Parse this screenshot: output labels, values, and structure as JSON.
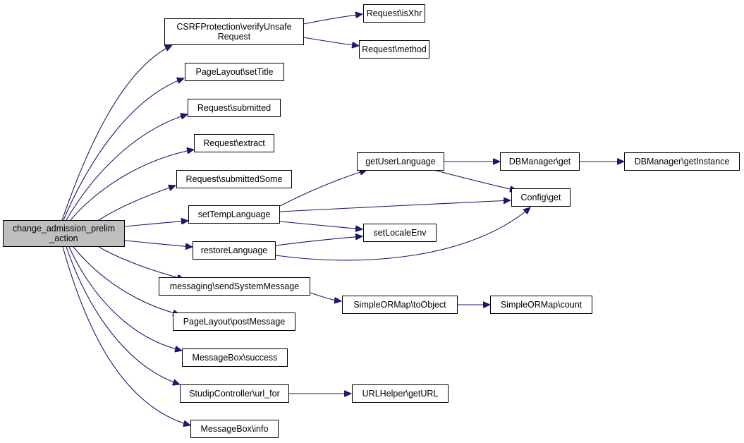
{
  "colors": {
    "edge": "#191970",
    "root_fill": "#bfbfbf",
    "node_fill": "#ffffff",
    "border": "#000000"
  },
  "nodes": {
    "root": {
      "lines": [
        "change_admission_prelim",
        "_action"
      ]
    },
    "csrf": {
      "lines": [
        "CSRFProtection\\verifyUnsafe",
        "Request"
      ]
    },
    "isxhr": {
      "lines": [
        "Request\\isXhr"
      ]
    },
    "method": {
      "lines": [
        "Request\\method"
      ]
    },
    "settitle": {
      "lines": [
        "PageLayout\\setTitle"
      ]
    },
    "submitted": {
      "lines": [
        "Request\\submitted"
      ]
    },
    "extract": {
      "lines": [
        "Request\\extract"
      ]
    },
    "submittedsome": {
      "lines": [
        "Request\\submittedSome"
      ]
    },
    "settemplang": {
      "lines": [
        "setTempLanguage"
      ]
    },
    "getuserlang": {
      "lines": [
        "getUserLanguage"
      ]
    },
    "dbget": {
      "lines": [
        "DBManager\\get"
      ]
    },
    "dbinstance": {
      "lines": [
        "DBManager\\getInstance"
      ]
    },
    "configget": {
      "lines": [
        "Config\\get"
      ]
    },
    "setlocale": {
      "lines": [
        "setLocaleEnv"
      ]
    },
    "restorelang": {
      "lines": [
        "restoreLanguage"
      ]
    },
    "sendsysmsg": {
      "lines": [
        "messaging\\sendSystemMessage"
      ]
    },
    "toobject": {
      "lines": [
        "SimpleORMap\\toObject"
      ]
    },
    "count": {
      "lines": [
        "SimpleORMap\\count"
      ]
    },
    "postmessage": {
      "lines": [
        "PageLayout\\postMessage"
      ]
    },
    "success": {
      "lines": [
        "MessageBox\\success"
      ]
    },
    "urlfor": {
      "lines": [
        "StudipController\\url_for"
      ]
    },
    "geturl": {
      "lines": [
        "URLHelper\\getURL"
      ]
    },
    "info": {
      "lines": [
        "MessageBox\\info"
      ]
    }
  }
}
